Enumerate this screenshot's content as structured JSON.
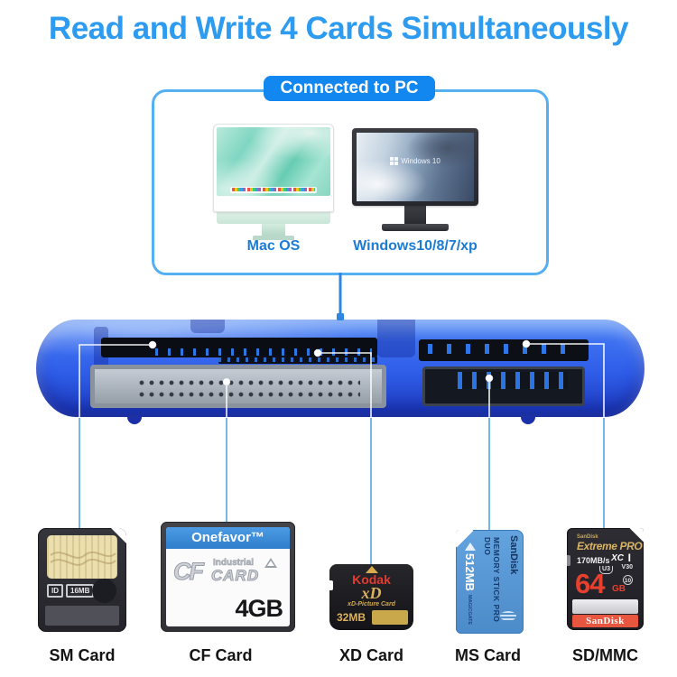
{
  "title": "Read and Write 4 Cards Simultaneously",
  "pc_box": {
    "badge": "Connected to PC",
    "computers": [
      {
        "label": "Mac OS"
      },
      {
        "label": "Windows10/8/7/xp",
        "screen_text": "Windows 10"
      }
    ]
  },
  "device": {
    "description": "blue translucent 4-slot multi card reader, front slot view"
  },
  "cards": [
    {
      "label": "SM Card",
      "chip_id": "ID",
      "capacity": "16MB"
    },
    {
      "label": "CF Card",
      "brand": "Onefavor™",
      "type": "CF",
      "line1": "Industrial",
      "line2": "CARD",
      "capacity": "4GB"
    },
    {
      "label": "XD Card",
      "brand": "Kodak",
      "logo": "xD",
      "subtitle": "xD-Picture Card",
      "capacity": "32MB"
    },
    {
      "label": "MS Card",
      "brand": "SanDisk",
      "product": "MEMORY STICK PRO DUO",
      "capacity": "512MB",
      "feature": "MAGICGATE"
    },
    {
      "label": "SD/MMC",
      "brand": "SanDisk",
      "product": "Extreme PRO",
      "speed": "170MB/s",
      "bus": "XC",
      "bus2": "I",
      "video": "V30",
      "uhs": "U3",
      "speed_class": "10",
      "capacity": "64",
      "unit": "GB",
      "banner": "SanDisk"
    }
  ],
  "colors": {
    "title": "#2D9BF0",
    "badge": "#1287EF",
    "box_border": "#55B0F2",
    "device_blue": "#2E5DE8",
    "connector": "#4FA6E6",
    "label_text": "#141414"
  }
}
